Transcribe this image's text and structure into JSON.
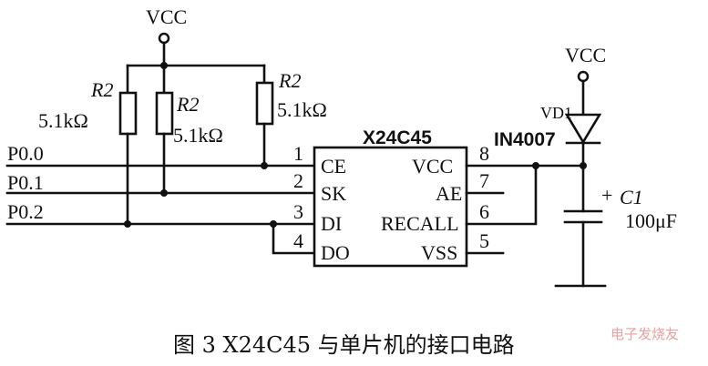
{
  "power": {
    "vcc_left": "VCC",
    "vcc_right": "VCC"
  },
  "resistors": [
    {
      "name": "R2",
      "value": "5.1kΩ"
    },
    {
      "name": "R2",
      "value": "5.1kΩ"
    },
    {
      "name": "R2",
      "value": "5.1kΩ"
    }
  ],
  "ports": [
    "P0.0",
    "P0.1",
    "P0.2"
  ],
  "chip": {
    "name": "X24C45",
    "left_pins": [
      {
        "num": "1",
        "label": "CE"
      },
      {
        "num": "2",
        "label": "SK"
      },
      {
        "num": "3",
        "label": "DI"
      },
      {
        "num": "4",
        "label": "DO"
      }
    ],
    "right_pins": [
      {
        "num": "8",
        "label": "VCC"
      },
      {
        "num": "7",
        "label": "AE"
      },
      {
        "num": "6",
        "label": "RECALL"
      },
      {
        "num": "5",
        "label": "VSS"
      }
    ]
  },
  "diode": {
    "ref": "VD1",
    "part": "IN4007"
  },
  "capacitor": {
    "ref": "C1",
    "polarity": "+",
    "value": "100μF"
  },
  "caption": "图 3  X24C45 与单片机的接口电路",
  "watermark": "电子发烧友"
}
